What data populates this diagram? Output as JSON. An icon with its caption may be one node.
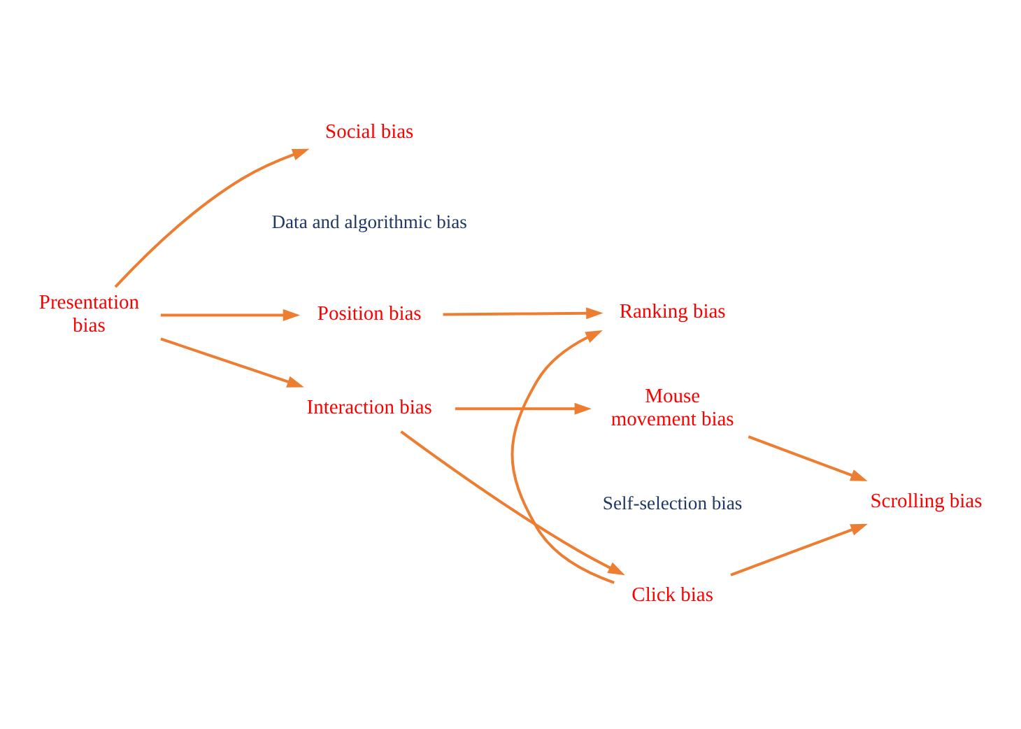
{
  "diagram": {
    "nodes": [
      {
        "text": [
          "Presentation bias"
        ]
      },
      {
        "text": [
          "Position bias"
        ]
      },
      {
        "text": [
          "Interaction bias"
        ]
      },
      {
        "text": [
          "Social bias"
        ]
      },
      {
        "text": [
          "Ranking bias"
        ]
      },
      {
        "text": [
          "Click bias"
        ]
      },
      {
        "text": [
          "Mouse movement bias"
        ]
      },
      {
        "text": [
          "Scrolling bias"
        ]
      }
    ],
    "edges": [
      {
        "from": 0,
        "to": 1,
        "arrow": "to"
      },
      {
        "from": 0,
        "to": 2,
        "arrow": "to"
      },
      {
        "from": 0,
        "to": 3,
        "arrow": "to"
      },
      {
        "from": 1,
        "to": 4,
        "arrow": "to"
      },
      {
        "from": 2,
        "to": 5,
        "arrow": "to"
      },
      {
        "from": 2,
        "to": 6,
        "arrow": "to"
      },
      {
        "from": 5,
        "to": 4,
        "arrow": "to"
      },
      {
        "from": 5,
        "to": 7,
        "arrow": "to"
      },
      {
        "from": 6,
        "to": 7,
        "arrow": "to"
      }
    ],
    "labels": [
      "Data and algorithmic bias",
      "Self-selection bias"
    ]
  }
}
